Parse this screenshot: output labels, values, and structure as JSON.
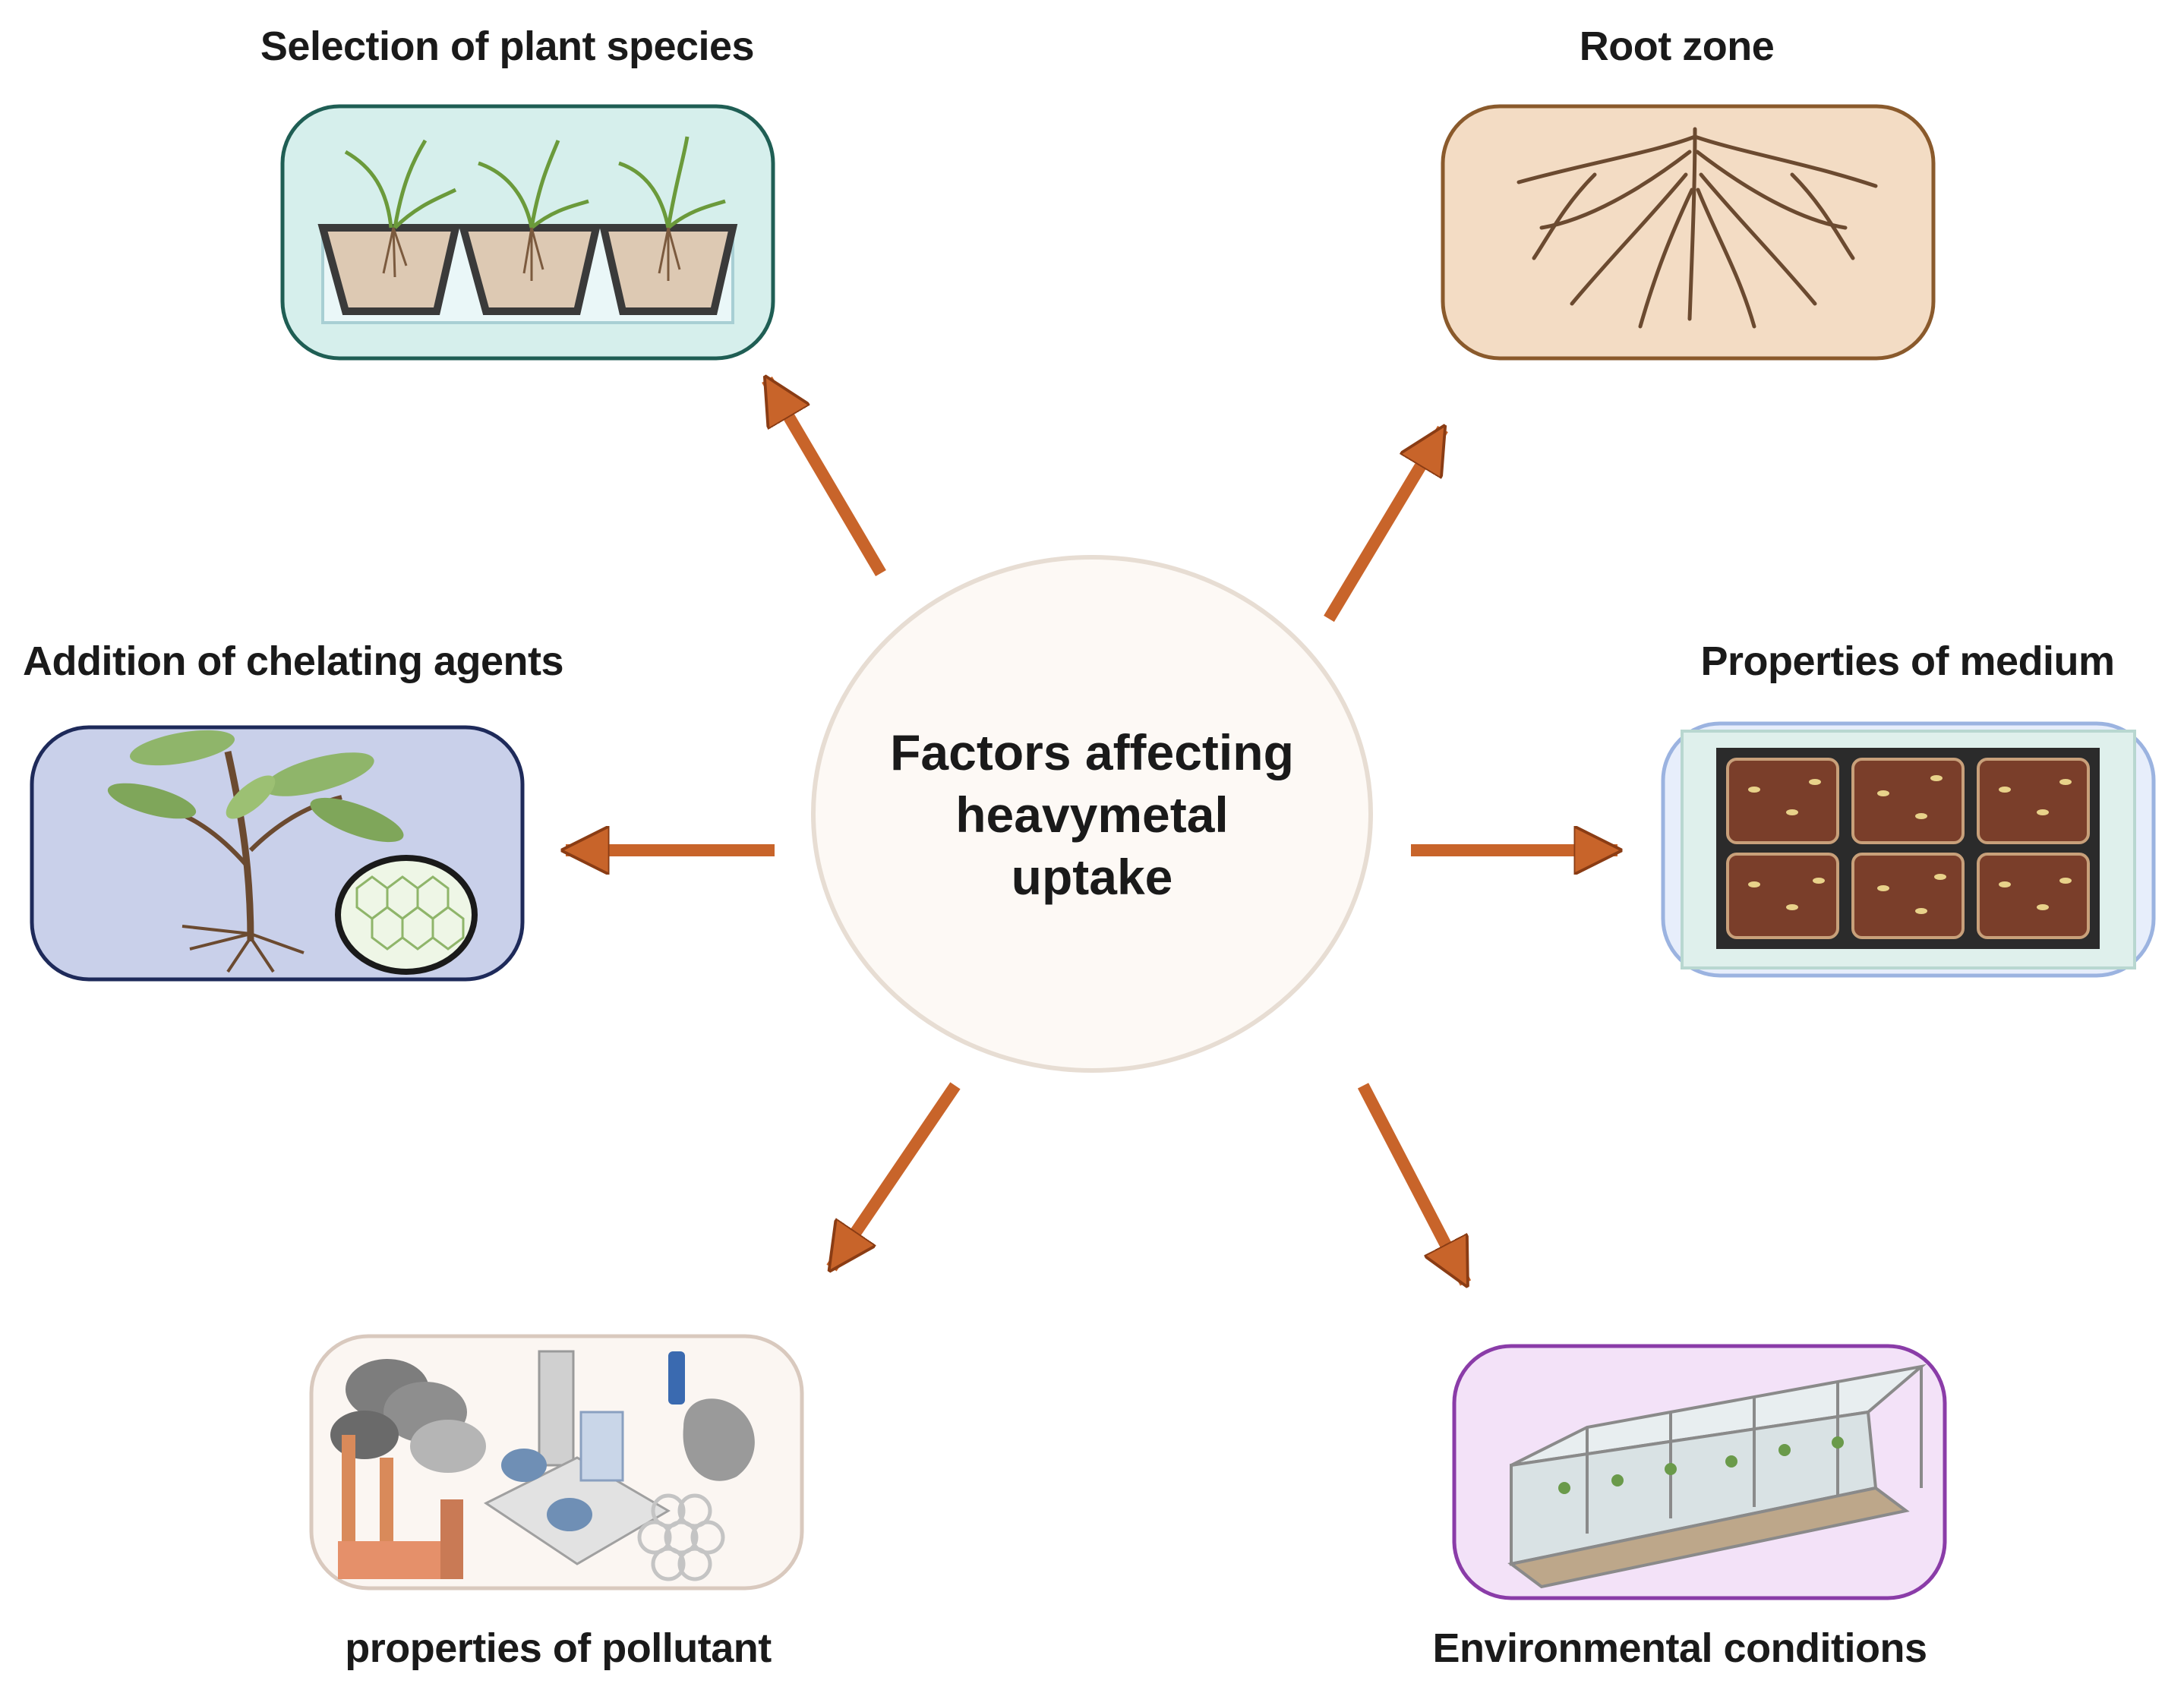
{
  "center": {
    "line1": "Factors affecting",
    "line2": "heavymetal",
    "line3": "uptake"
  },
  "factors": {
    "plant_species": "Selection of plant species",
    "root_zone": "Root zone",
    "chelating": "Addition of chelating agents",
    "medium": "Properties of medium",
    "pollutant": "properties of pollutant",
    "environment": "Environmental conditions"
  },
  "colors": {
    "arrow": "#c8642a",
    "center_fill": "#fdf9f5",
    "plant_panel": "#d6efec",
    "root_panel": "#f3dcc4",
    "chelating_panel": "#c9d0ea",
    "medium_panel": "#e7eefb",
    "pollutant_panel": "#fbf6f2",
    "environment_panel": "#f3e2f8"
  }
}
